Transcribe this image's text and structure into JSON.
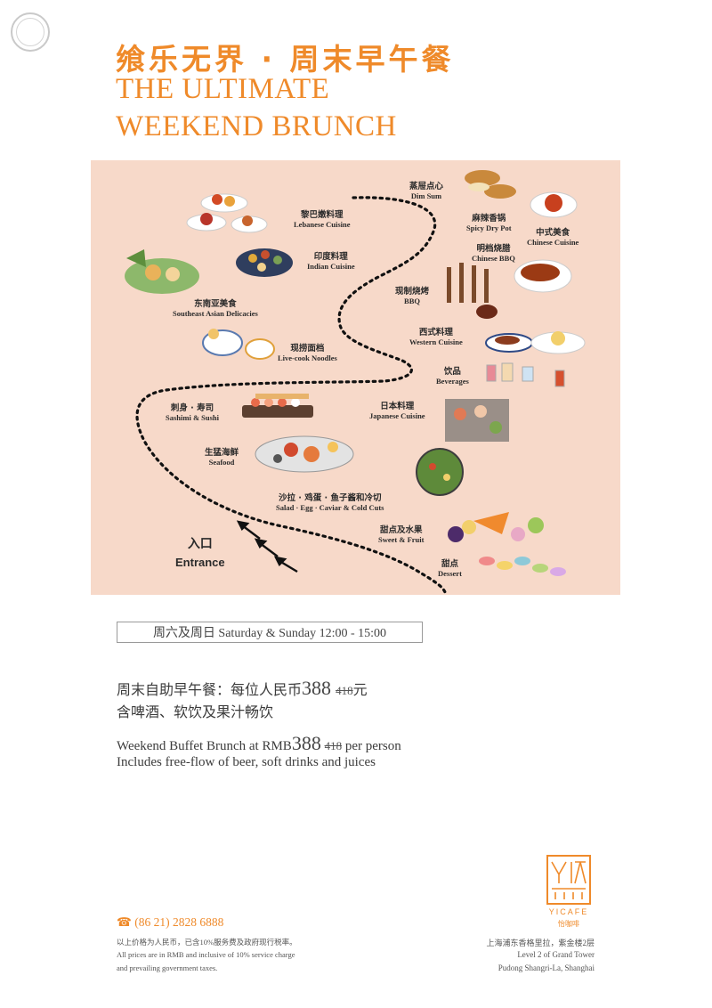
{
  "header": {
    "title_cn": "飨乐无界 · 周末早午餐",
    "title_en_line1": "THE ULTIMATE",
    "title_en_line2": "WEEKEND BRUNCH"
  },
  "map": {
    "entrance_cn": "入口",
    "entrance_en": "Entrance",
    "stations": [
      {
        "cn": "黎巴嫩料理",
        "en": "Lebanese Cuisine"
      },
      {
        "cn": "印度料理",
        "en": "Indian Cuisine"
      },
      {
        "cn": "东南亚美食",
        "en": "Southeast Asian Delicacies"
      },
      {
        "cn": "现捞面档",
        "en": "Live-cook Noodles"
      },
      {
        "cn": "刺身 · 寿司",
        "en": "Sashimi & Sushi"
      },
      {
        "cn": "生猛海鲜",
        "en": "Seafood"
      },
      {
        "cn": "沙拉 · 鸡蛋 · 鱼子酱和冷切",
        "en": "Salad · Egg · Caviar & Cold Cuts"
      },
      {
        "cn": "蒸屉点心",
        "en": "Dim Sum"
      },
      {
        "cn": "麻辣香锅",
        "en": "Spicy Dry Pot"
      },
      {
        "cn": "中式美食",
        "en": "Chinese Cuisine"
      },
      {
        "cn": "明档烧腊",
        "en": "Chinese BBQ"
      },
      {
        "cn": "现制烧烤",
        "en": "BBQ"
      },
      {
        "cn": "西式料理",
        "en": "Western Cuisine"
      },
      {
        "cn": "饮品",
        "en": "Beverages"
      },
      {
        "cn": "日本料理",
        "en": "Japanese Cuisine"
      },
      {
        "cn": "甜点及水果",
        "en": "Sweet & Fruit"
      },
      {
        "cn": "甜点",
        "en": "Dessert"
      }
    ]
  },
  "schedule": "周六及周日 Saturday & Sunday 12:00 - 15:00",
  "pricing": {
    "cn_prefix": "周末自助早午餐：每位人民币",
    "price": "388",
    "old_price": "418",
    "cn_suffix": "元",
    "cn_line2": "含啤酒、软饮及果汁畅饮",
    "en_prefix": "Weekend Buffet Brunch at RMB",
    "en_suffix": "per person",
    "en_line2": "Includes free-flow of beer, soft drinks and juices"
  },
  "footer": {
    "phone": "(86 21) 2828 6888",
    "note_cn": "以上价格为人民币，已含10%服务费及政府现行税率。",
    "note_en1": "All prices are in RMB and inclusive of 10% service charge",
    "note_en2": "and prevailing government taxes.",
    "addr_cn": "上海浦东香格里拉，紫金楼2层",
    "addr_en1": "Level 2 of Grand Tower",
    "addr_en2": "Pudong Shangri-La, Shanghai",
    "logo_name": "YICAFE",
    "logo_cn": "怡咖啡"
  },
  "colors": {
    "accent": "#ef8a2a",
    "map_bg": "#f7d9c9",
    "text": "#3c3c3c"
  }
}
